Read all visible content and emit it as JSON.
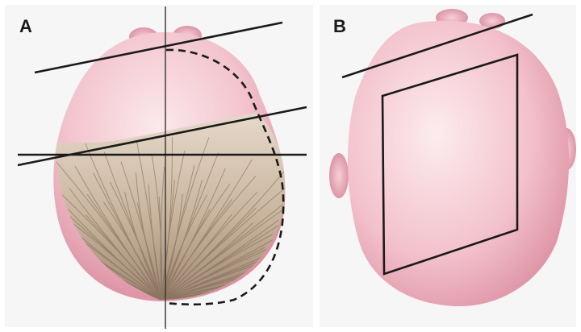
{
  "panels": [
    {
      "label": "A",
      "view": "head-top-view-with-hair",
      "guide_style": "dashed-outline-and-reference-lines"
    },
    {
      "label": "B",
      "view": "head-top-view-bald",
      "guide_style": "parallelogram-and-reference-line"
    }
  ],
  "colors": {
    "skin_light": "#f8dde2",
    "skin_mid": "#f0b8c4",
    "skin_dark": "#d98a9c",
    "hair_light": "#d9ccbc",
    "hair_dark": "#8a7460",
    "line": "#1a1a1a",
    "panel_background": "#f6f6f6"
  }
}
